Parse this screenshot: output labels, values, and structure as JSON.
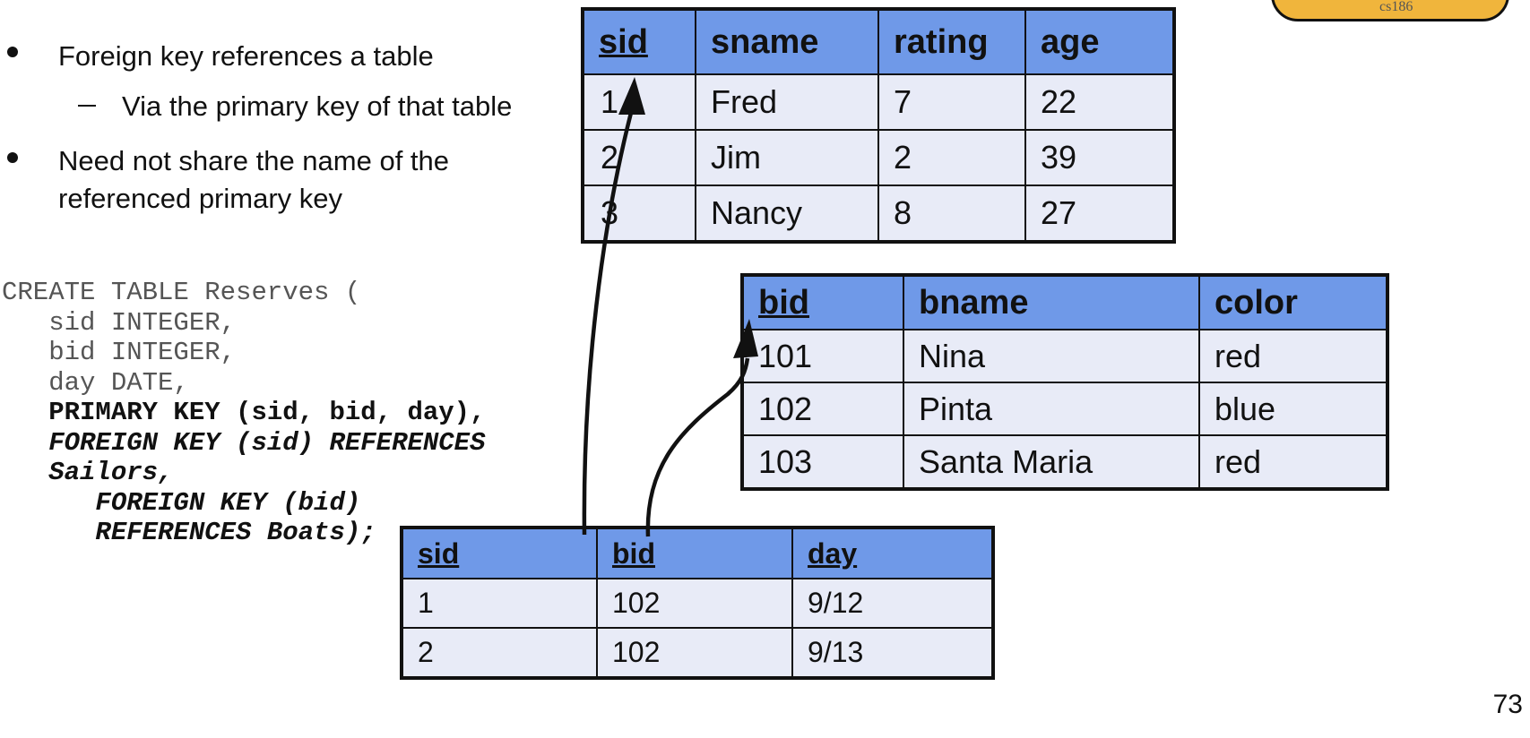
{
  "bullets": {
    "b1": "Foreign key references a table",
    "b1_sub": "Via the primary key of that table",
    "b2_line1": "Need not share the name of the",
    "b2_line2": "referenced primary key"
  },
  "code": {
    "l1": "CREATE TABLE Reserves (",
    "l2": "   sid INTEGER,",
    "l3": "   bid INTEGER,",
    "l4": "   day DATE,",
    "l5": "   PRIMARY KEY (sid, bid, day),",
    "l6": "   FOREIGN KEY (sid) REFERENCES",
    "l7": "   Sailors,",
    "l8": "      FOREIGN KEY (bid)",
    "l9": "      REFERENCES Boats);"
  },
  "sailors": {
    "headers": [
      "sid",
      "sname",
      "rating",
      "age"
    ],
    "rows": [
      [
        "1",
        "Fred",
        "7",
        "22"
      ],
      [
        "2",
        "Jim",
        "2",
        "39"
      ],
      [
        "3",
        "Nancy",
        "8",
        "27"
      ]
    ]
  },
  "boats": {
    "headers": [
      "bid",
      "bname",
      "color"
    ],
    "rows": [
      [
        "101",
        "Nina",
        "red"
      ],
      [
        "102",
        "Pinta",
        "blue"
      ],
      [
        "103",
        "Santa Maria",
        "red"
      ]
    ]
  },
  "reserves": {
    "headers": [
      "sid",
      "bid",
      "day"
    ],
    "rows": [
      [
        "1",
        "102",
        "9/12"
      ],
      [
        "2",
        "102",
        "9/13"
      ]
    ]
  },
  "tag_label": "cs186",
  "page_number": "73",
  "colors": {
    "header": "#6f99e8",
    "cell": "#e8ebf7",
    "tag": "#f0b53c"
  }
}
